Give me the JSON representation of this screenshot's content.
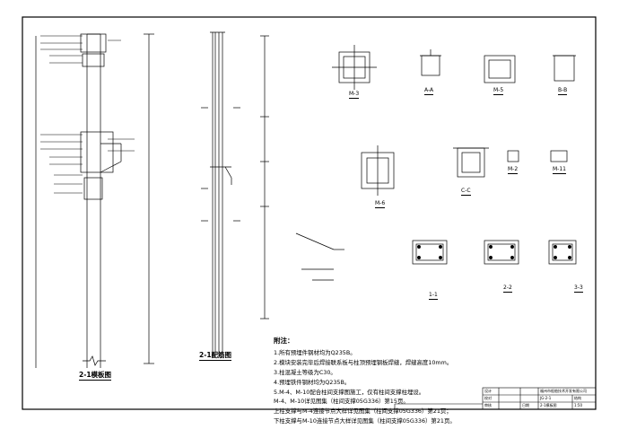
{
  "views": {
    "main_elevation_title": "2-1模板图",
    "reinforcement_title": "2-1配筋图"
  },
  "details": {
    "m3": "M-3",
    "m5": "M-5",
    "m6": "M-6",
    "m2": "M-2",
    "m11": "M-11",
    "sec_aa": "A-A",
    "sec_bb": "B-B",
    "sec_cc": "C-C",
    "sec_11": "1-1",
    "sec_22": "2-2",
    "sec_33": "3-3"
  },
  "notes": {
    "title": "附注：",
    "lines": [
      "1.所有预埋件钢材均为Q235B。",
      "2.模块安装完毕后焊接联系板与柱顶预埋钢板焊缝，焊缝高度10mm。",
      "3.柱混凝土等级为C30。",
      "4.预埋铁件钢材均为Q235B。",
      "5.M-4、M-10配合柱间支撑图施工，仅有柱间支撑柱埋设。",
      "  M-4、M-10详见图集（柱间支撑05G336）第15页。",
      "  上柱支撑与M-4连接节点大样详见图集（柱间支撑05G336）第21页；",
      "  下柱支撑与M-10连接节点大样详见图集（柱间支撑05G336）第21页。"
    ]
  },
  "title_block": {
    "project": "福州市船舶技术开发有限公司",
    "drawing_no": "JG-2-1",
    "drawing_name": "2-1模板图",
    "scale": "1:50",
    "sheet_label": "结构",
    "design": "设计",
    "check": "校对",
    "approve": "审核",
    "date": "日期"
  }
}
